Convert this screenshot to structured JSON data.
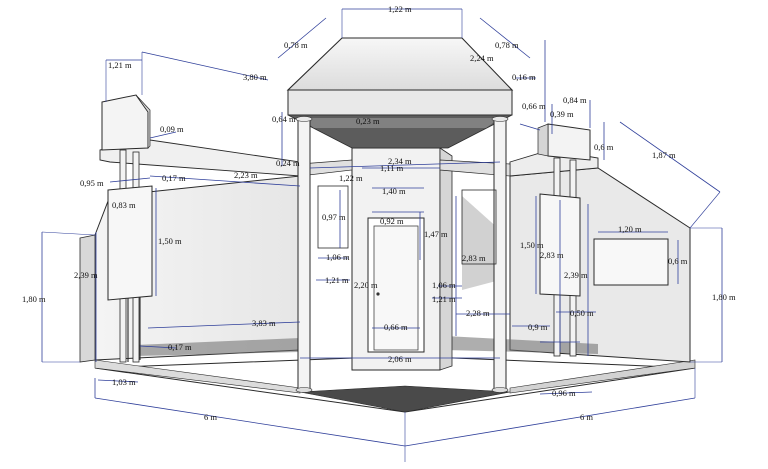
{
  "diagram": {
    "dimensions": [
      "1,22 m",
      "0,78 m",
      "0,78 m",
      "2,24 m",
      "1,21 m",
      "3,80 m",
      "0,16 m",
      "0,84 m",
      "0,66 m",
      "0,39 m",
      "0,09 m",
      "0,64 m",
      "0,23 m",
      "0,6 m",
      "1,87 m",
      "2,34 m",
      "1,11 m",
      "0,24 m",
      "0,95 m",
      "0,17 m",
      "2,23 m",
      "1,22 m",
      "0,92 m",
      "0,83 m",
      "0,97 m",
      "1,47 m",
      "1,50 m",
      "1,50 m",
      "1,20 m",
      "0,6 m",
      "1,06 m",
      "1,06 m",
      "2,39 m",
      "2,39 m",
      "1,80 m",
      "1,80 m",
      "1,21 m",
      "1,21 m",
      "2,83 m",
      "2,83 m",
      "2,28 m",
      "0,9 m",
      "0,50 m",
      "3,83 m",
      "0,66 m",
      "0,17 m",
      "2,06 m",
      "1,03 m",
      "0,96 m",
      "6 m",
      "6 m",
      "1,40 m",
      "2,20 m"
    ]
  }
}
